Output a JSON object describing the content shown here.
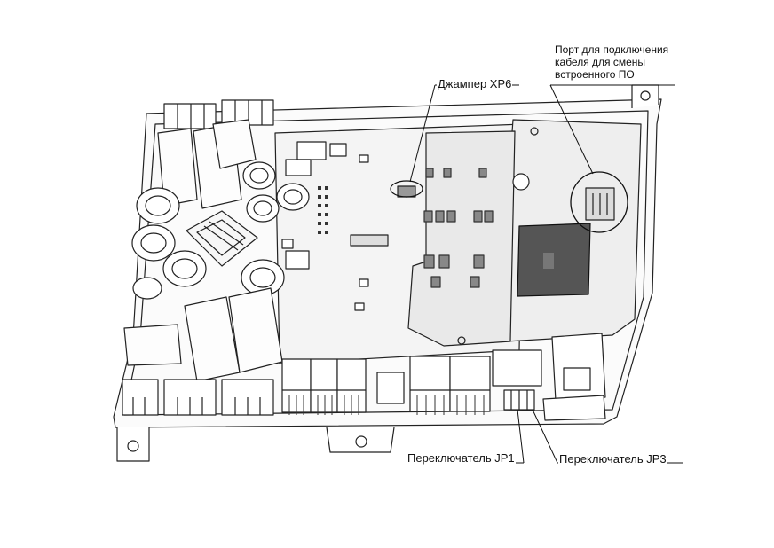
{
  "labels": {
    "jumper_xp6": "Джампер XP6",
    "firmware_port_line1": "Порт для подключения",
    "firmware_port_line2": "кабеля для смены",
    "firmware_port_line3": "встроенного ПО",
    "switch_jp1": "Переключатель JP1",
    "switch_jp3": "Переключатель JP3"
  },
  "colors": {
    "ink": "#111111",
    "background": "#ffffff",
    "chip": "#555555"
  }
}
